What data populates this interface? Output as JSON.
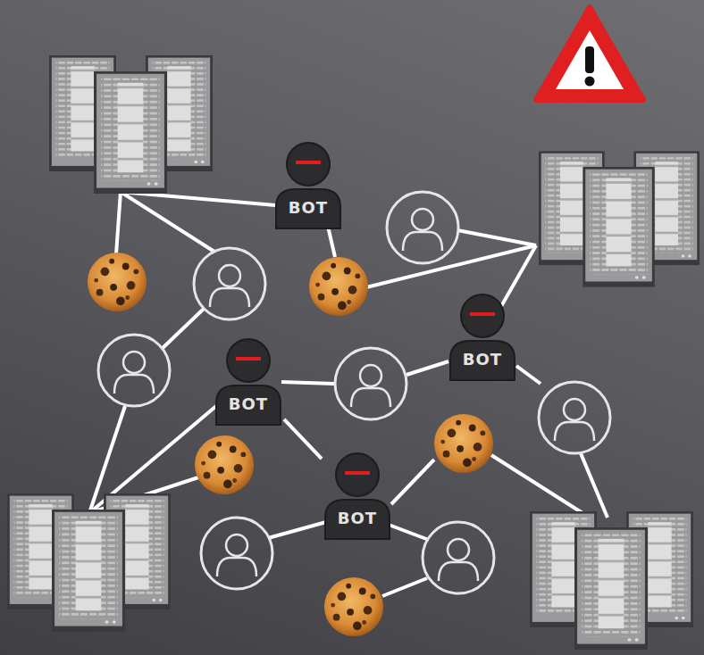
{
  "diagram": {
    "nodes": [
      {
        "text": [
          "BOT"
        ]
      },
      {
        "text": [
          "BOT"
        ]
      },
      {
        "text": [
          "BOT"
        ]
      },
      {
        "text": [
          "BOT"
        ]
      }
    ],
    "edges": [
      {
        "from": 2,
        "to": 3,
        "arrow": "none"
      }
    ]
  }
}
